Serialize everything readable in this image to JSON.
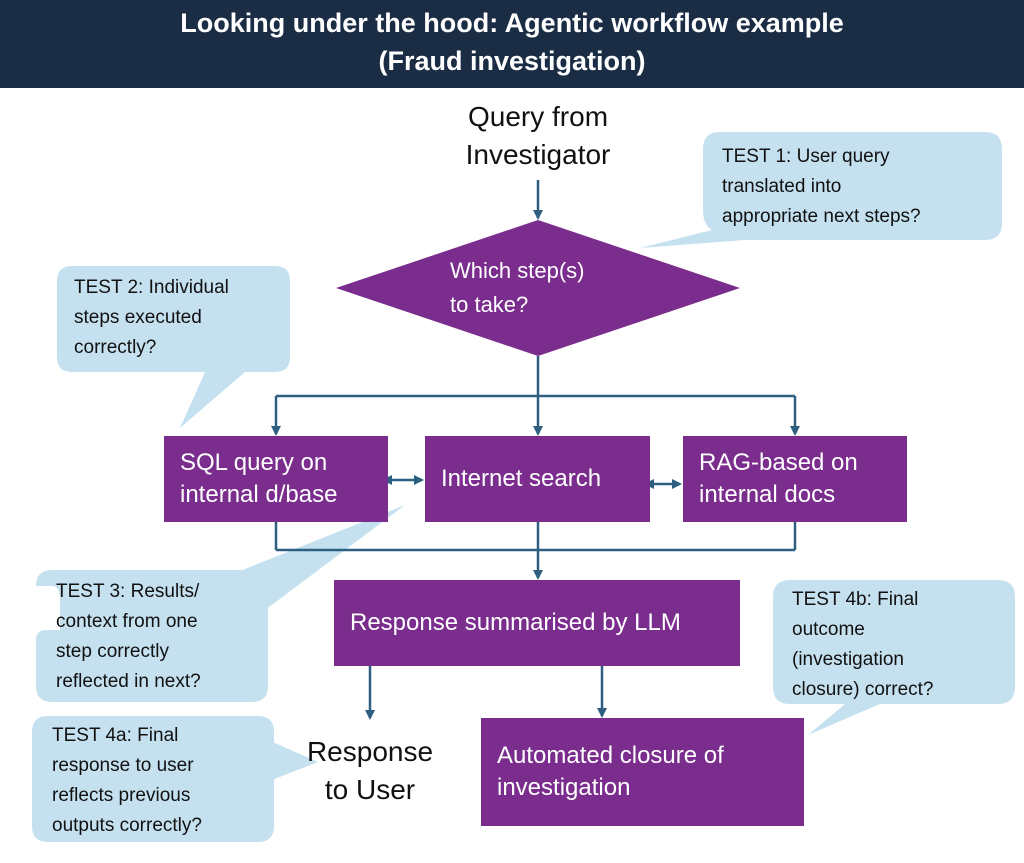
{
  "title": {
    "line1": "Looking under the hood: Agentic workflow example",
    "line2": "(Fraud investigation)"
  },
  "nodes": {
    "query": {
      "line1": "Query from",
      "line2": "Investigator"
    },
    "decision": {
      "line1": "Which step(s)",
      "line2": "to take?"
    },
    "sql": {
      "line1": "SQL query on",
      "line2": "internal d/base"
    },
    "internet": {
      "label": "Internet search"
    },
    "rag": {
      "line1": "RAG-based on",
      "line2": "internal docs"
    },
    "summary": {
      "label": "Response summarised by LLM"
    },
    "response": {
      "line1": "Response",
      "line2": "to User"
    },
    "closure": {
      "line1": "Automated closure of",
      "line2": "investigation"
    }
  },
  "tests": {
    "test1": {
      "line1": "TEST 1: User query",
      "line2": "translated into",
      "line3": "appropriate next steps?"
    },
    "test2": {
      "line1": "TEST 2: Individual",
      "line2": "steps executed",
      "line3": "correctly?"
    },
    "test3": {
      "line1": "TEST 3: Results/",
      "line2": "context from one",
      "line3": "step correctly",
      "line4": "reflected in next?"
    },
    "test4a": {
      "line1": "TEST 4a: Final",
      "line2": "response to user",
      "line3": "reflects previous",
      "line4": "outputs correctly?"
    },
    "test4b": {
      "line1": "TEST 4b: Final",
      "line2": "outcome",
      "line3": "(investigation",
      "line4": "closure) correct?"
    }
  },
  "colors": {
    "header_bg": "#1b2d45",
    "process_fill": "#7b2d8e",
    "callout_fill": "#c5e1f0",
    "connector": "#2c5f80"
  }
}
